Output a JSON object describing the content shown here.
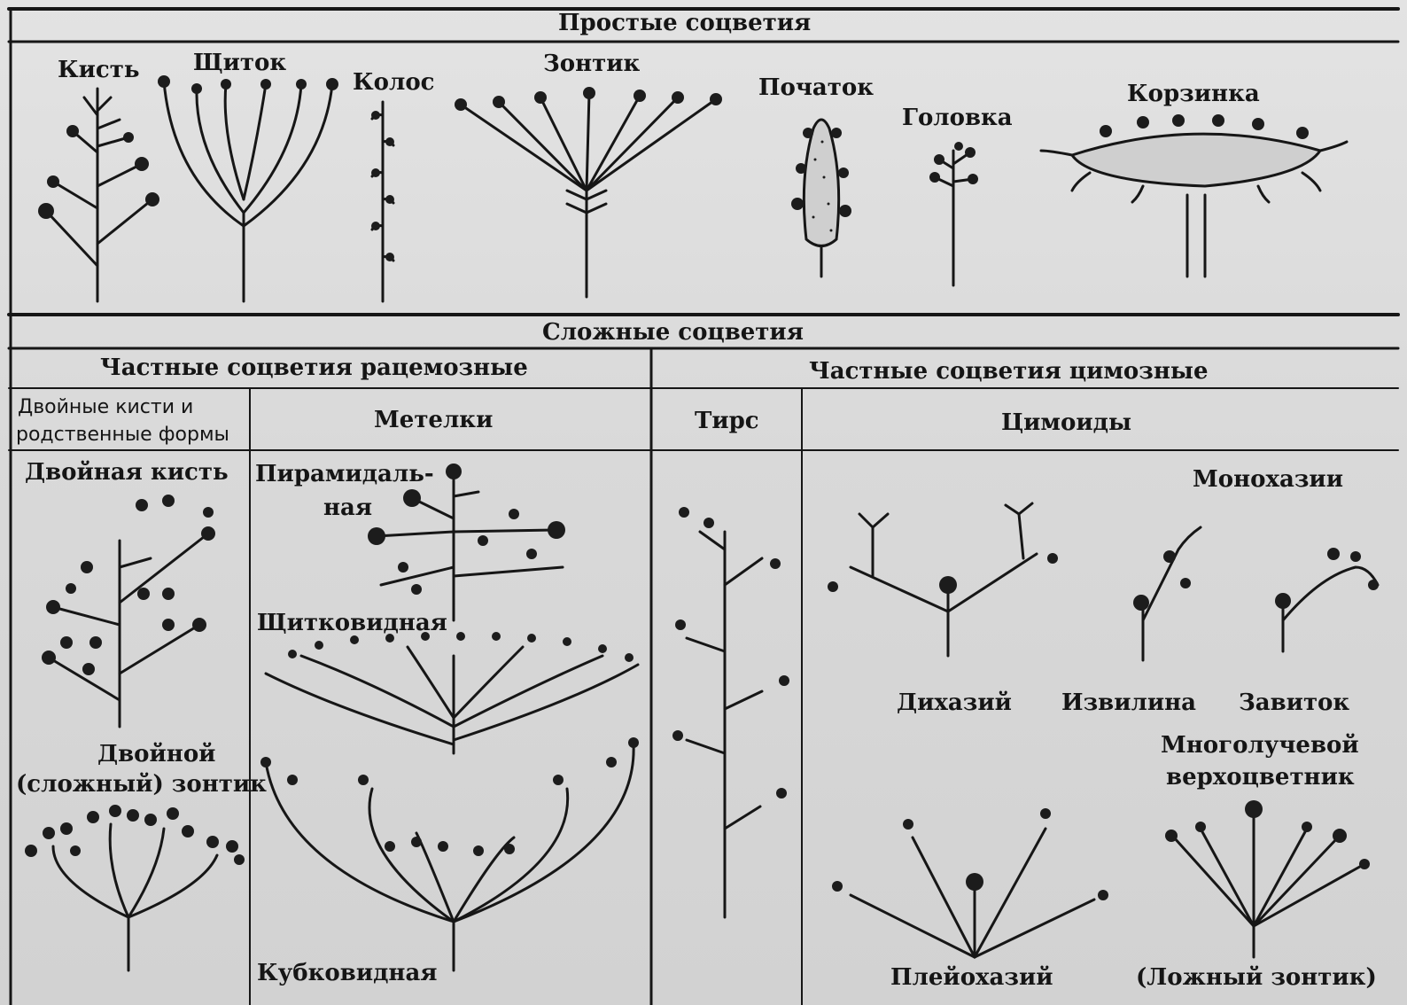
{
  "simple": {
    "title": "Простые соцветия",
    "items": {
      "kist": "Кисть",
      "shchitok": "Щиток",
      "kolos": "Колос",
      "zontik": "Зонтик",
      "pochatok": "Початок",
      "golovka": "Головка",
      "korzinka": "Корзинка"
    }
  },
  "complex": {
    "title": "Сложные соцветия",
    "racemose": {
      "title": "Частные соцветия рацемозные",
      "col1_header_line1": "Двойные кисти и",
      "col1_header_line2": "родственные формы",
      "col2_header": "Метелки",
      "double_raceme": "Двойная кисть",
      "double_umbel_line1": "Двойной",
      "double_umbel_line2": "(сложный) зонтик",
      "pyramidal_line1": "Пирамидаль-",
      "pyramidal_line2": "ная",
      "corymbose": "Щитковидная",
      "cupshaped": "Кубковидная"
    },
    "cymose": {
      "title": "Частные соцветия цимозные",
      "thyrse_header": "Тирс",
      "cymoid_header": "Цимоиды",
      "monochasia": "Монохазии",
      "dichasium": "Дихазий",
      "bostryx": "Извилина",
      "cincinnus": "Завиток",
      "multiray_line1": "Многолучевой",
      "multiray_line2": "верхоцветник",
      "pleiochasium": "Плейохазий",
      "false_umbel": "(Ложный зонтик)"
    }
  }
}
